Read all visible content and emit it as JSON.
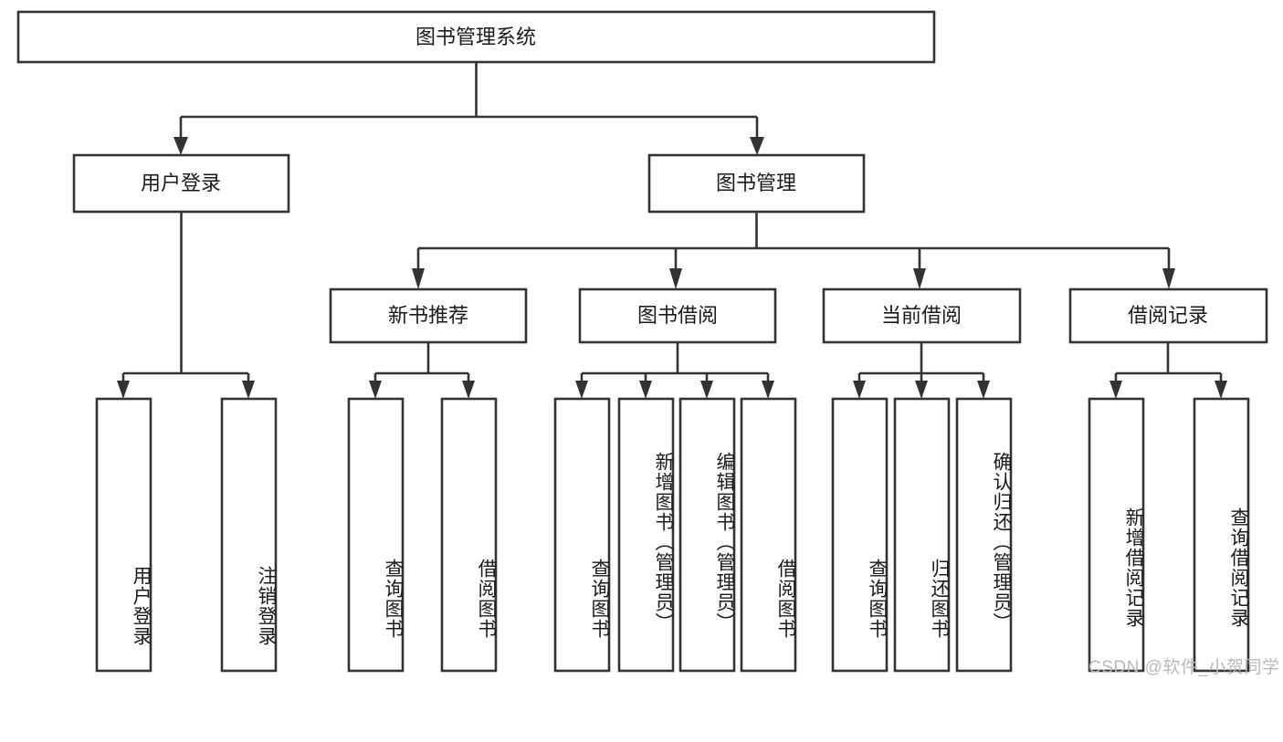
{
  "diagram": {
    "type": "tree-hierarchy",
    "title": "图书管理系统",
    "root": {
      "id": "root",
      "label": "图书管理系统",
      "orientation": "horizontal"
    },
    "level1": [
      {
        "id": "user-login",
        "label": "用户登录",
        "orientation": "horizontal"
      },
      {
        "id": "book-manage",
        "label": "图书管理",
        "orientation": "horizontal"
      }
    ],
    "level2": [
      {
        "id": "new-book-recommend",
        "label": "新书推荐",
        "orientation": "horizontal",
        "parent": "book-manage"
      },
      {
        "id": "book-borrow",
        "label": "图书借阅",
        "orientation": "horizontal",
        "parent": "book-manage"
      },
      {
        "id": "current-borrow",
        "label": "当前借阅",
        "orientation": "horizontal",
        "parent": "book-manage"
      },
      {
        "id": "borrow-record",
        "label": "借阅记录",
        "orientation": "horizontal",
        "parent": "book-manage"
      }
    ],
    "leaves": [
      {
        "id": "leaf-user-login",
        "label": "用户登录",
        "parent": "user-login",
        "orientation": "vertical"
      },
      {
        "id": "leaf-user-logout",
        "label": "注销登录",
        "parent": "user-login",
        "orientation": "vertical"
      },
      {
        "id": "leaf-query-book-1",
        "label": "查询图书",
        "parent": "new-book-recommend",
        "orientation": "vertical"
      },
      {
        "id": "leaf-borrow-book-1",
        "label": "借阅图书",
        "parent": "new-book-recommend",
        "orientation": "vertical"
      },
      {
        "id": "leaf-query-book-2",
        "label": "查询图书",
        "parent": "book-borrow",
        "orientation": "vertical"
      },
      {
        "id": "leaf-add-book",
        "label": "新增图书（管理员）",
        "parent": "book-borrow",
        "orientation": "vertical"
      },
      {
        "id": "leaf-edit-book",
        "label": "编辑图书（管理员）",
        "parent": "book-borrow",
        "orientation": "vertical"
      },
      {
        "id": "leaf-borrow-book-2",
        "label": "借阅图书",
        "parent": "book-borrow",
        "orientation": "vertical"
      },
      {
        "id": "leaf-query-book-3",
        "label": "查询图书",
        "parent": "current-borrow",
        "orientation": "vertical"
      },
      {
        "id": "leaf-return-book",
        "label": "归还图书",
        "parent": "current-borrow",
        "orientation": "vertical"
      },
      {
        "id": "leaf-confirm-return",
        "label": "确认归还（管理员）",
        "parent": "current-borrow",
        "orientation": "vertical"
      },
      {
        "id": "leaf-add-record",
        "label": "新增借阅记录",
        "parent": "borrow-record",
        "orientation": "vertical"
      },
      {
        "id": "leaf-query-record",
        "label": "查询借阅记录",
        "parent": "borrow-record",
        "orientation": "vertical"
      }
    ],
    "colors": {
      "box_fill": "#ffffff",
      "box_stroke": "#333333",
      "text": "#1a1a1a",
      "background": "#ffffff",
      "watermark": "#b9b9b9"
    }
  },
  "watermark": {
    "text": "CSDN @软件_小贺同学"
  }
}
